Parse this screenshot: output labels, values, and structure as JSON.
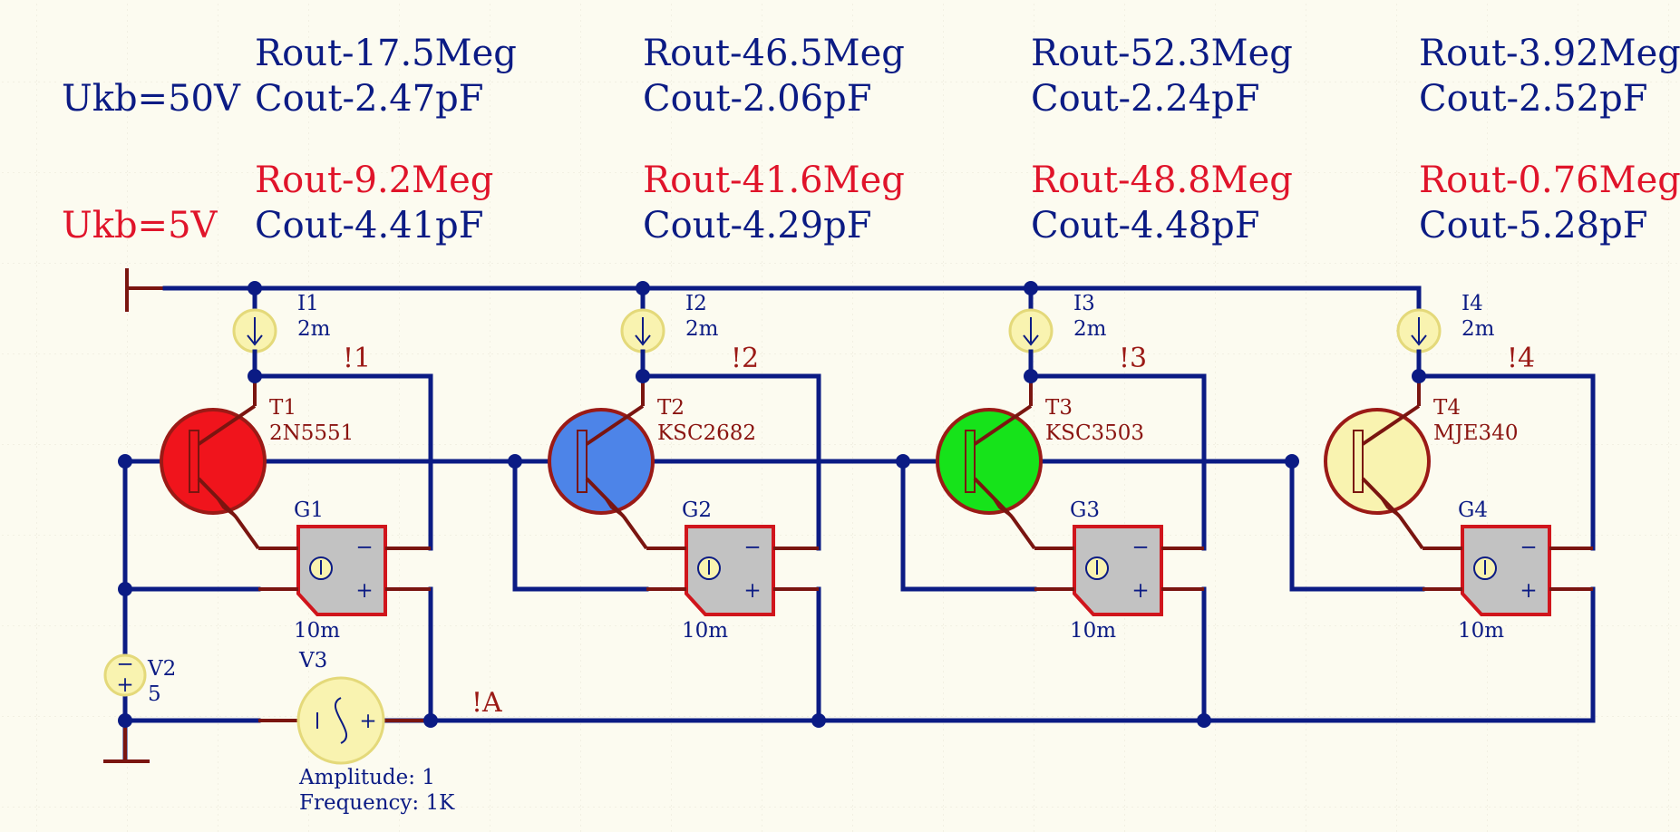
{
  "colors": {
    "background": "#fcfbf0",
    "grid": "#e7e6d6",
    "wire": "#0b1b84",
    "label_blue": "#0b1b84",
    "label_red": "#e0142a",
    "part_outline": "#9b1a16",
    "part_text": "#8a1410",
    "source_fill": "#f9f3b0",
    "gsource_fill": "#c2c2c2"
  },
  "annotations": {
    "ukb_50": "Ukb=50V",
    "ukb_5": "Ukb=5V"
  },
  "stages": [
    {
      "rout_50": "Rout-17.5Meg",
      "cout_50": "Cout-2.47pF",
      "rout_5": "Rout-9.2Meg",
      "cout_5": "Cout-4.41pF",
      "current_source": {
        "name": "I1",
        "value": "2m"
      },
      "net": "!1",
      "transistor": {
        "name": "T1",
        "model": "2N5551",
        "fill": "#f0141c"
      },
      "gsource": {
        "name": "G1",
        "value": "10m"
      }
    },
    {
      "rout_50": "Rout-46.5Meg",
      "cout_50": "Cout-2.06pF",
      "rout_5": "Rout-41.6Meg",
      "cout_5": "Cout-4.29pF",
      "current_source": {
        "name": "I2",
        "value": "2m"
      },
      "net": "!2",
      "transistor": {
        "name": "T2",
        "model": "KSC2682",
        "fill": "#4d84e8"
      },
      "gsource": {
        "name": "G2",
        "value": "10m"
      }
    },
    {
      "rout_50": "Rout-52.3Meg",
      "cout_50": "Cout-2.24pF",
      "rout_5": "Rout-48.8Meg",
      "cout_5": "Cout-4.48pF",
      "current_source": {
        "name": "I3",
        "value": "2m"
      },
      "net": "!3",
      "transistor": {
        "name": "T3",
        "model": "KSC3503",
        "fill": "#16e31a"
      },
      "gsource": {
        "name": "G3",
        "value": "10m"
      }
    },
    {
      "rout_50": "Rout-3.92Meg",
      "cout_50": "Cout-2.52pF",
      "rout_5": "Rout-0.76Meg",
      "cout_5": "Cout-5.28pF",
      "current_source": {
        "name": "I4",
        "value": "2m"
      },
      "net": "!4",
      "transistor": {
        "name": "T4",
        "model": "MJE340",
        "fill": "#f9f3b0"
      },
      "gsource": {
        "name": "G4",
        "value": "10m"
      }
    }
  ],
  "v2": {
    "name": "V2",
    "value": "5"
  },
  "v3": {
    "name": "V3",
    "amplitude": "Amplitude: 1",
    "frequency": "Frequency: 1K"
  },
  "net_a": "!A",
  "glyphs": {
    "minus": "−",
    "plus": "+"
  }
}
